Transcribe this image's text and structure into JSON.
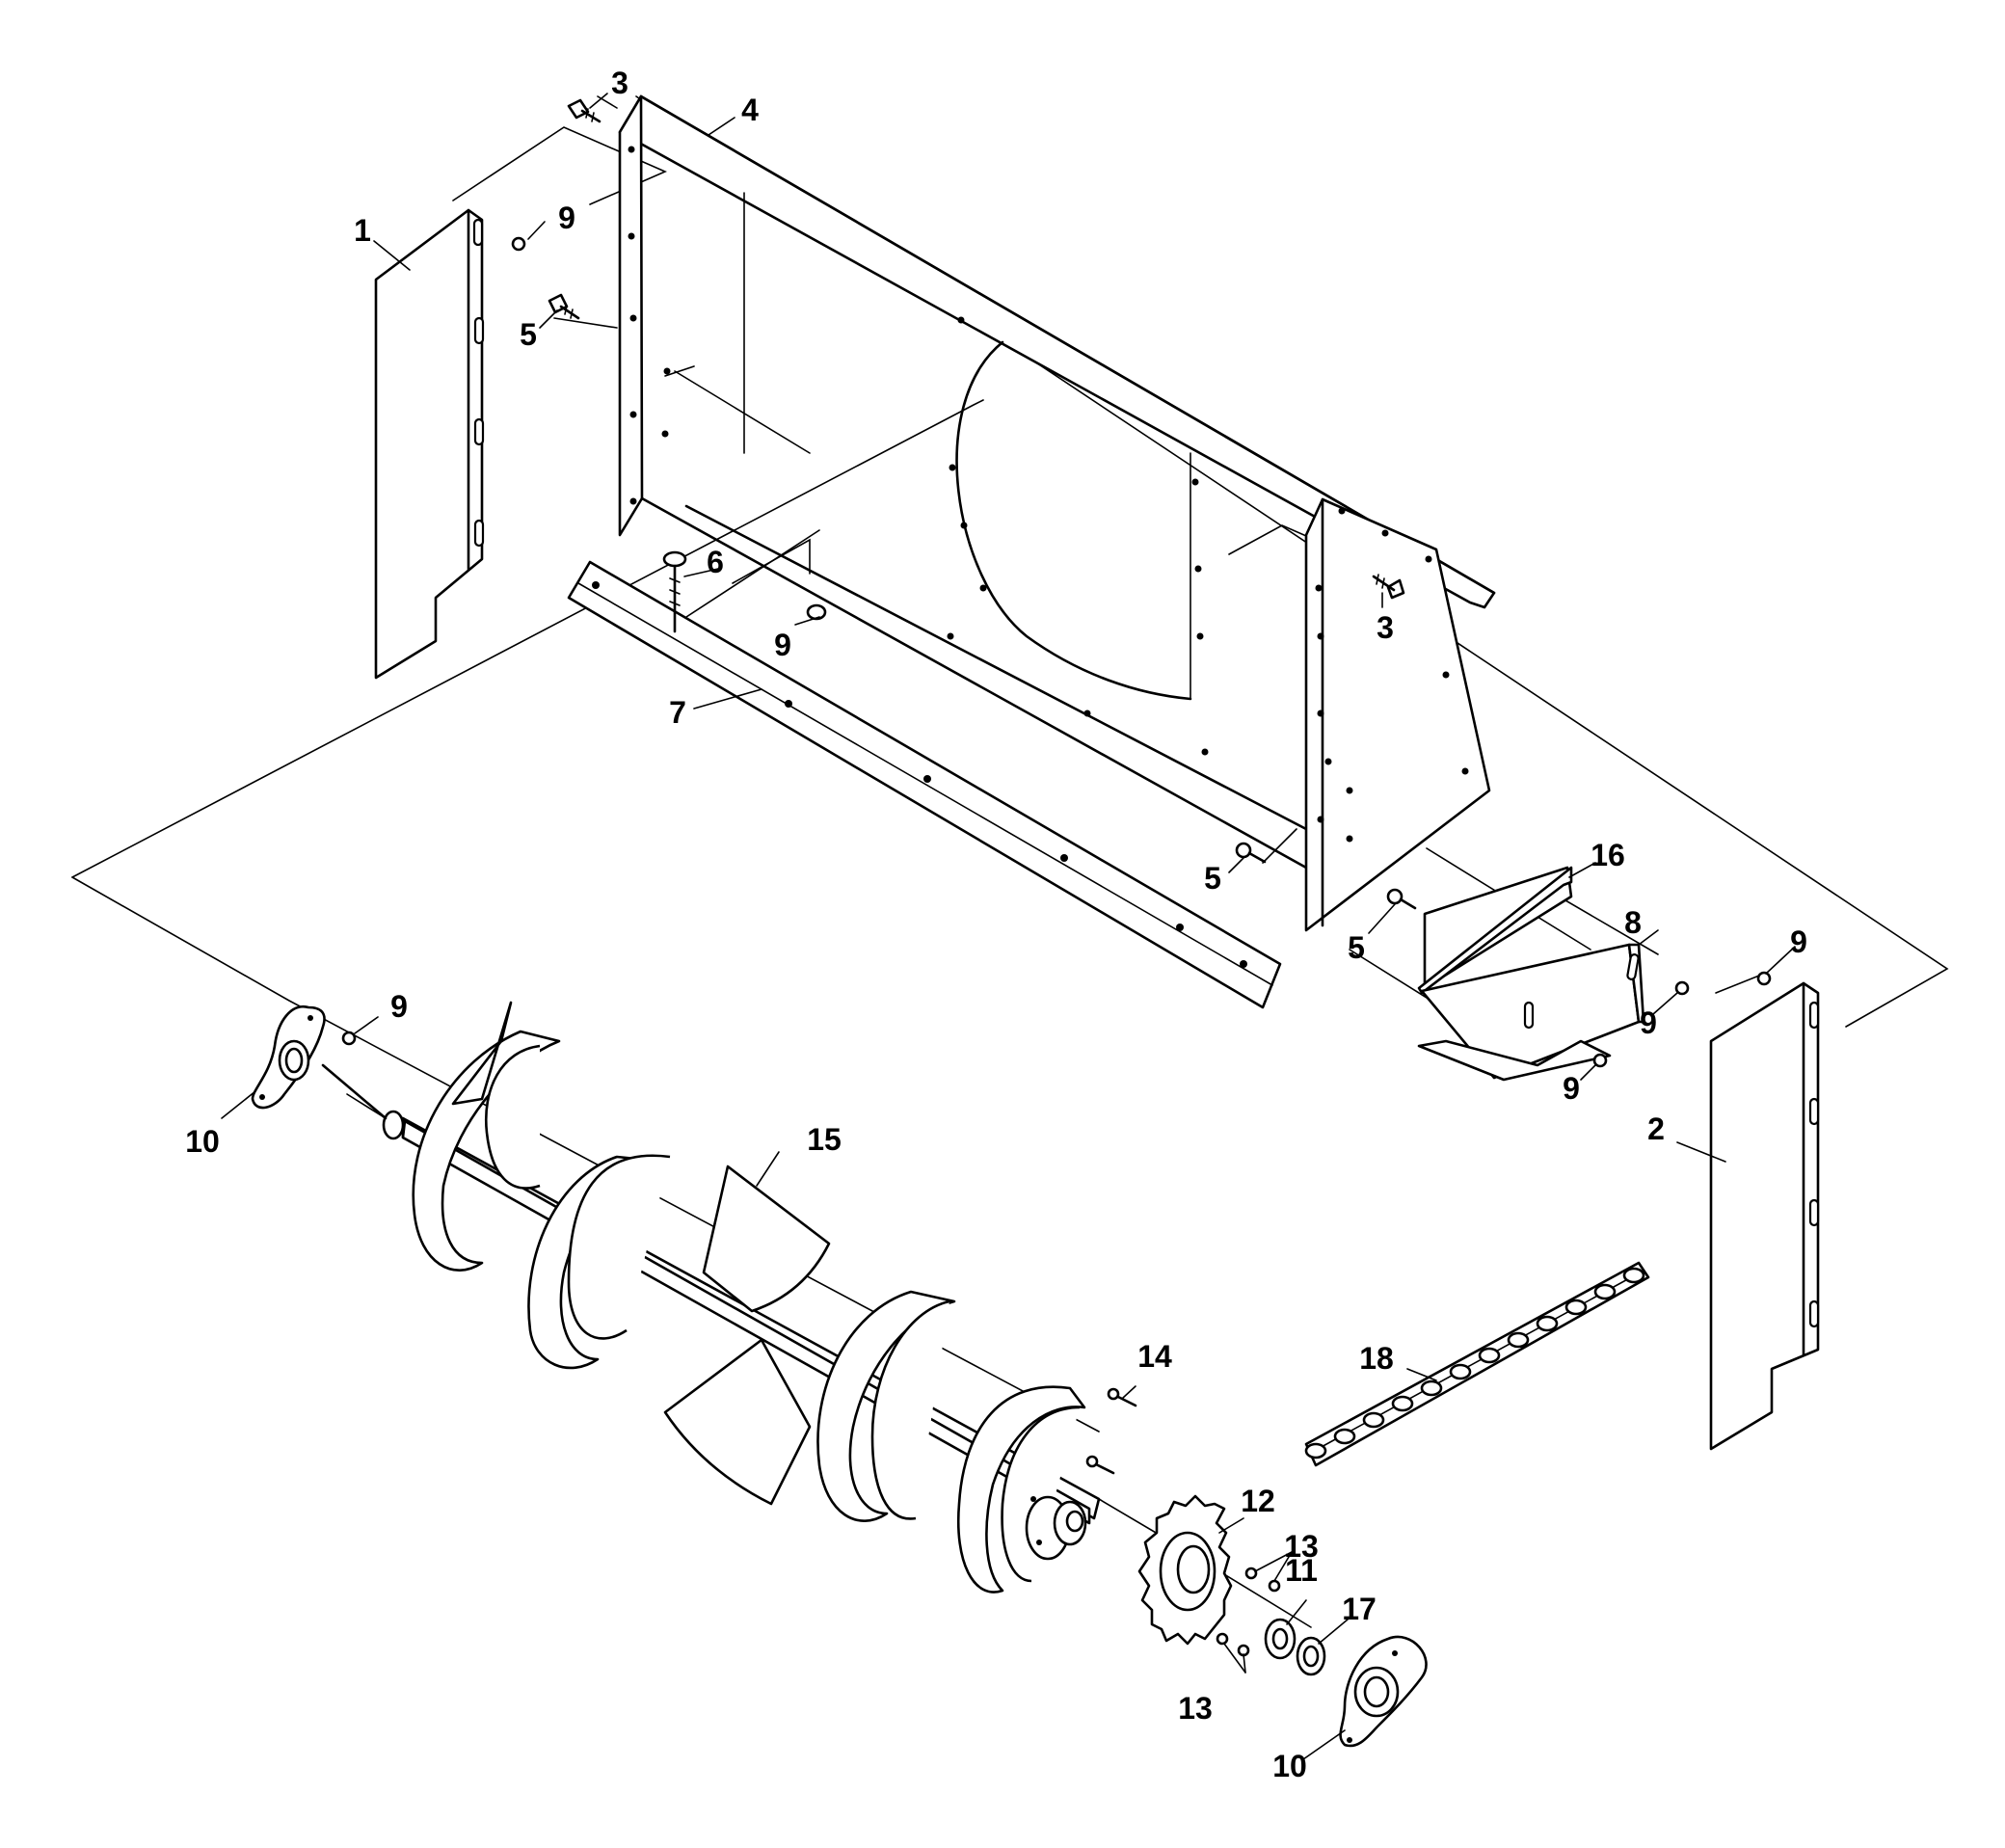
{
  "diagram": {
    "type": "exploded-parts-view",
    "colors": {
      "line": "#000000",
      "background": "#ffffff"
    },
    "callouts": [
      {
        "id": "c1",
        "number": "1"
      },
      {
        "id": "c2",
        "number": "2"
      },
      {
        "id": "c3a",
        "number": "3"
      },
      {
        "id": "c3b",
        "number": "3"
      },
      {
        "id": "c4",
        "number": "4"
      },
      {
        "id": "c5a",
        "number": "5"
      },
      {
        "id": "c5b",
        "number": "5"
      },
      {
        "id": "c5c",
        "number": "5"
      },
      {
        "id": "c6",
        "number": "6"
      },
      {
        "id": "c7",
        "number": "7"
      },
      {
        "id": "c8",
        "number": "8"
      },
      {
        "id": "c9a",
        "number": "9"
      },
      {
        "id": "c9b",
        "number": "9"
      },
      {
        "id": "c9c",
        "number": "9"
      },
      {
        "id": "c9d",
        "number": "9"
      },
      {
        "id": "c9e",
        "number": "9"
      },
      {
        "id": "c9f",
        "number": "9"
      },
      {
        "id": "c10a",
        "number": "10"
      },
      {
        "id": "c10b",
        "number": "10"
      },
      {
        "id": "c11",
        "number": "11"
      },
      {
        "id": "c12",
        "number": "12"
      },
      {
        "id": "c13a",
        "number": "13"
      },
      {
        "id": "c13b",
        "number": "13"
      },
      {
        "id": "c14",
        "number": "14"
      },
      {
        "id": "c15",
        "number": "15"
      },
      {
        "id": "c16",
        "number": "16"
      },
      {
        "id": "c17",
        "number": "17"
      },
      {
        "id": "c18",
        "number": "18"
      }
    ]
  }
}
